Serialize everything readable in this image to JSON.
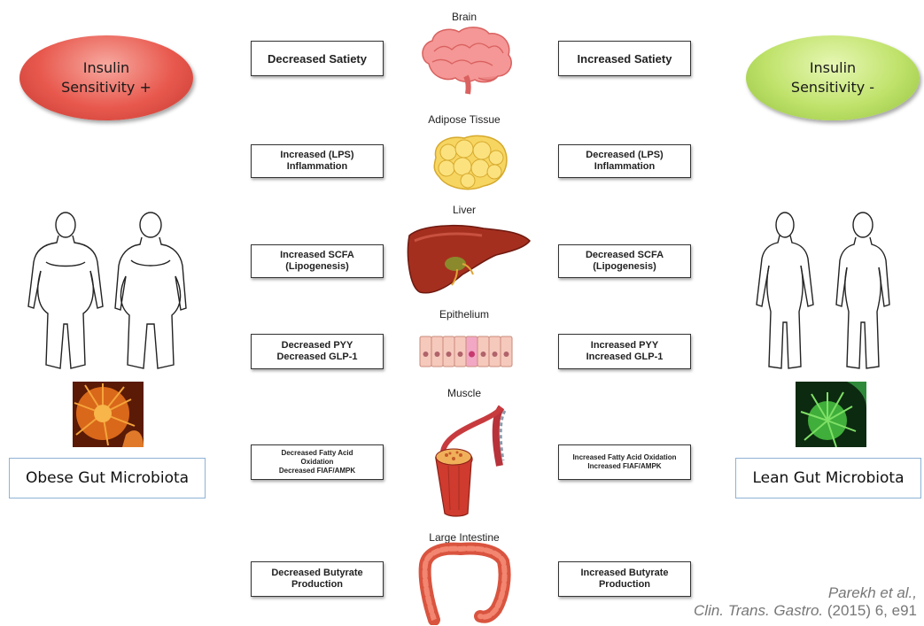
{
  "left_ellipse": {
    "text": "Insulin\nSensitivity +"
  },
  "right_ellipse": {
    "text": "Insulin\nSensitivity -"
  },
  "organs": {
    "brain": "Brain",
    "adipose": "Adipose Tissue",
    "liver": "Liver",
    "epithelium": "Epithelium",
    "muscle": "Muscle",
    "intestine": "Large Intestine"
  },
  "left_boxes": [
    "Decreased Satiety",
    "Increased (LPS)\nInflammation",
    "Increased SCFA\n(Lipogenesis)",
    "Decreased PYY\nDecreased GLP-1",
    "Decreased Fatty Acid\nOxidation\nDecreased FIAF/AMPK",
    "Decreased Butyrate\nProduction"
  ],
  "right_boxes": [
    "Increased Satiety",
    "Decreased (LPS)\nInflammation",
    "Decreased SCFA\n(Lipogenesis)",
    "Increased PYY\nIncreased GLP-1",
    "Increased Fatty Acid Oxidation\nIncreased FIAF/AMPK",
    "Increased Butyrate\nProduction"
  ],
  "microbiota": {
    "left": "Obese Gut Microbiota",
    "right": "Lean Gut Microbiota"
  },
  "citation": {
    "line1": "Parekh et al.,",
    "line2_italic": "Clin. Trans. Gastro.",
    "line2_rest": " (2015) 6, e91"
  },
  "colors": {
    "ellipse_left": "#e8584d",
    "ellipse_right": "#bfe26a",
    "microbe_left": "#d9681a",
    "microbe_right": "#3fae3a"
  }
}
